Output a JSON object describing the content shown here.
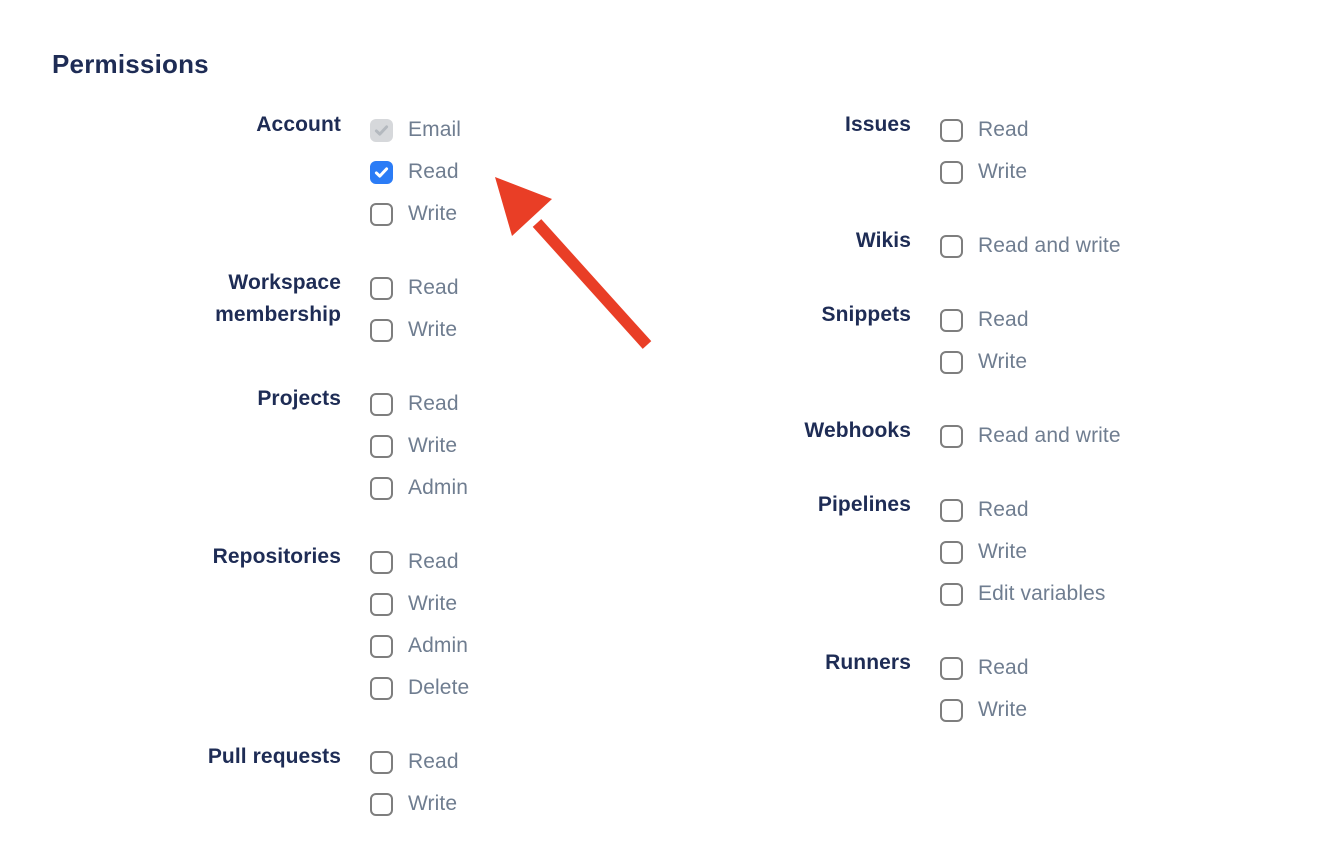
{
  "heading": "Permissions",
  "colors": {
    "heading_and_group_label_text": "#1E2C55",
    "option_label_text": "#6F7D90",
    "checkbox_border": "#7E7E7E",
    "checkbox_checked_bg": "#2B7CF6",
    "checkbox_checkmark": "#FFFFFF",
    "checkbox_disabled_bg": "#D6D8DB",
    "checkbox_disabled_check": "#B4B9BF",
    "arrow": "#E93E26"
  },
  "columns": [
    {
      "sections": [
        {
          "label": "Account",
          "options": [
            {
              "label": "Email",
              "state": "disabled-checked"
            },
            {
              "label": "Read",
              "state": "checked"
            },
            {
              "label": "Write",
              "state": "unchecked"
            }
          ]
        },
        {
          "label": "Workspace membership",
          "options": [
            {
              "label": "Read",
              "state": "unchecked"
            },
            {
              "label": "Write",
              "state": "unchecked"
            }
          ]
        },
        {
          "label": "Projects",
          "options": [
            {
              "label": "Read",
              "state": "unchecked"
            },
            {
              "label": "Write",
              "state": "unchecked"
            },
            {
              "label": "Admin",
              "state": "unchecked"
            }
          ]
        },
        {
          "label": "Repositories",
          "options": [
            {
              "label": "Read",
              "state": "unchecked"
            },
            {
              "label": "Write",
              "state": "unchecked"
            },
            {
              "label": "Admin",
              "state": "unchecked"
            },
            {
              "label": "Delete",
              "state": "unchecked"
            }
          ]
        },
        {
          "label": "Pull requests",
          "options": [
            {
              "label": "Read",
              "state": "unchecked"
            },
            {
              "label": "Write",
              "state": "unchecked"
            }
          ]
        }
      ]
    },
    {
      "sections": [
        {
          "label": "Issues",
          "options": [
            {
              "label": "Read",
              "state": "unchecked"
            },
            {
              "label": "Write",
              "state": "unchecked"
            }
          ]
        },
        {
          "label": "Wikis",
          "options": [
            {
              "label": "Read and write",
              "state": "unchecked"
            }
          ]
        },
        {
          "label": "Snippets",
          "options": [
            {
              "label": "Read",
              "state": "unchecked"
            },
            {
              "label": "Write",
              "state": "unchecked"
            }
          ]
        },
        {
          "label": "Webhooks",
          "options": [
            {
              "label": "Read and write",
              "state": "unchecked"
            }
          ]
        },
        {
          "label": "Pipelines",
          "options": [
            {
              "label": "Read",
              "state": "unchecked"
            },
            {
              "label": "Write",
              "state": "unchecked"
            },
            {
              "label": "Edit variables",
              "state": "unchecked"
            }
          ]
        },
        {
          "label": "Runners",
          "options": [
            {
              "label": "Read",
              "state": "unchecked"
            },
            {
              "label": "Write",
              "state": "unchecked"
            }
          ]
        }
      ]
    }
  ],
  "annotation": {
    "type": "arrow",
    "points_at": "Account Read checkbox"
  }
}
